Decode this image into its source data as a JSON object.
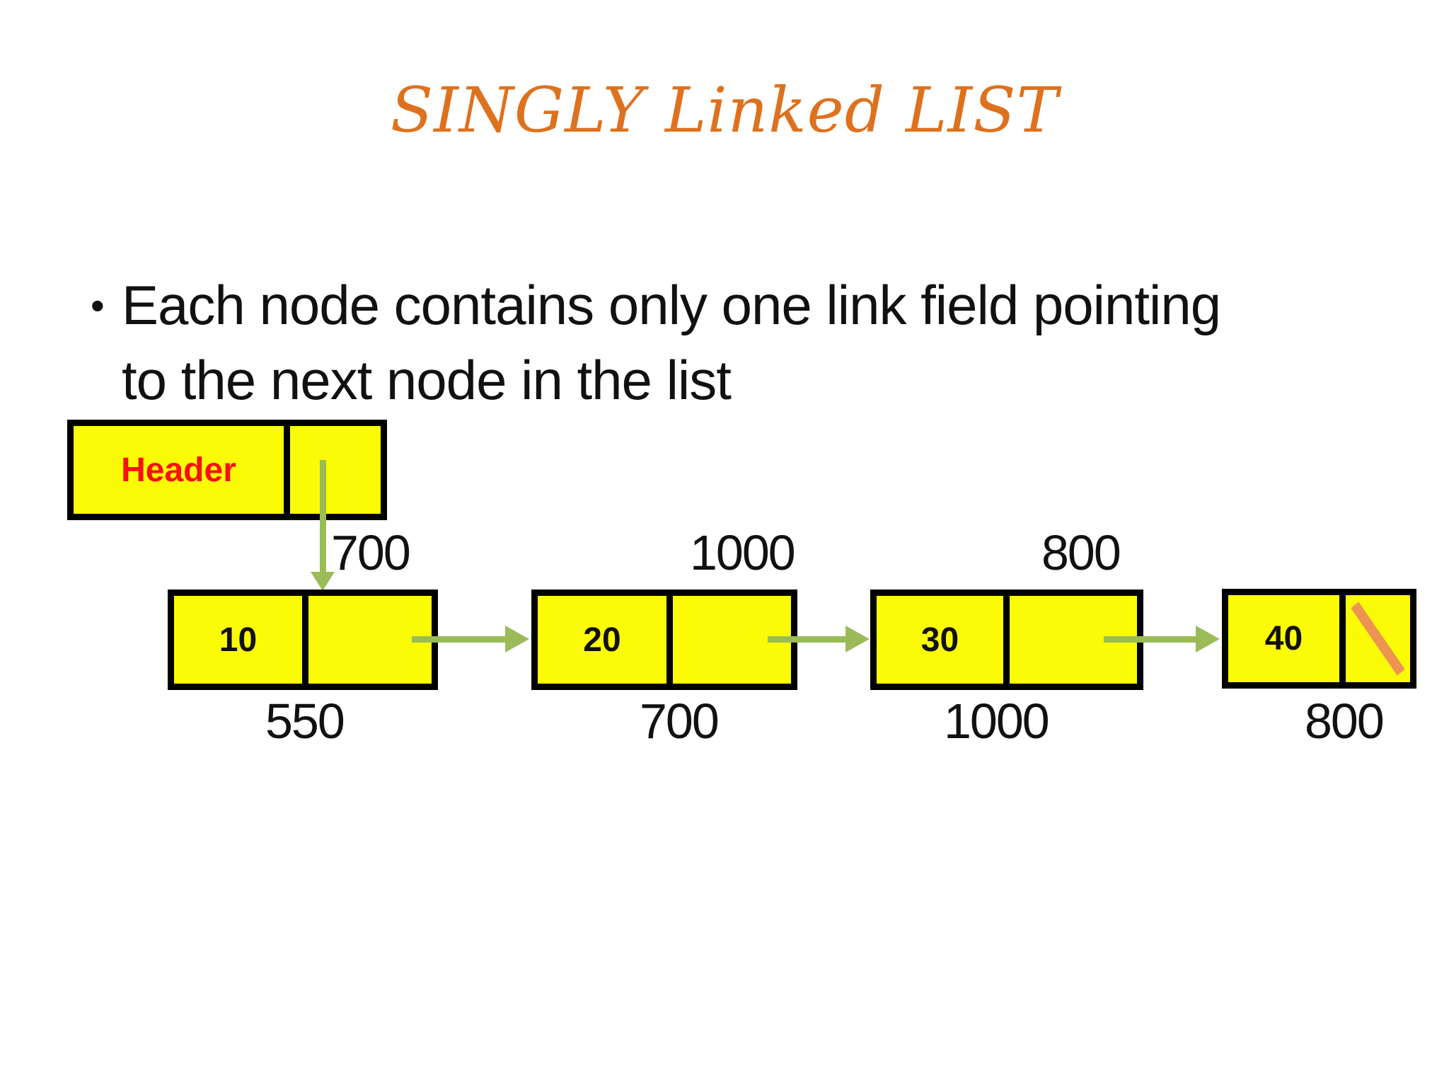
{
  "slide": {
    "title": "SINGLY Linked LIST",
    "bullet_marker": "•",
    "bullet_lines": [
      "Each node contains only one link field pointing",
      "to the next node in the list"
    ]
  },
  "diagram": {
    "header": {
      "label": "Header"
    },
    "nodes": [
      {
        "value": "10",
        "address": "550",
        "next_pointer": "700"
      },
      {
        "value": "20",
        "address": "700",
        "next_pointer": "1000"
      },
      {
        "value": "30",
        "address": "1000",
        "next_pointer": "800"
      },
      {
        "value": "40",
        "address": "800",
        "next_pointer": null
      }
    ]
  },
  "colors": {
    "title_orange": "#DE711E",
    "node_fill_yellow": "#FBFB05",
    "node_border_black": "#000000",
    "arrow_green": "#9BBB59",
    "null_slash_orange": "#ED9452",
    "header_label_red": "#FA0F0F",
    "body_text": "#111111"
  }
}
